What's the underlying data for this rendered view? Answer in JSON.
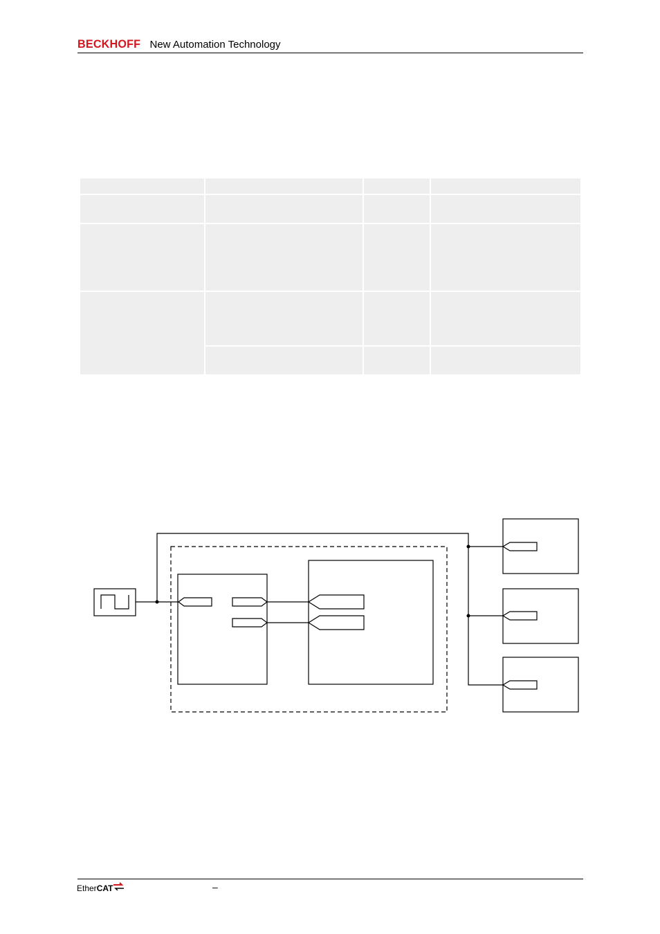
{
  "header": {
    "brand": "BECKHOFF",
    "tagline": "New Automation Technology"
  },
  "footer": {
    "logo_text_left": "Ether",
    "logo_text_right": "CAT",
    "separator": "–"
  },
  "colors": {
    "brand_red": "#d2161e",
    "table_header": "#d4d4d4",
    "table_cell": "#eeeeee"
  },
  "table": {
    "header_cells": [
      "",
      "",
      "",
      ""
    ],
    "rows": 5
  }
}
